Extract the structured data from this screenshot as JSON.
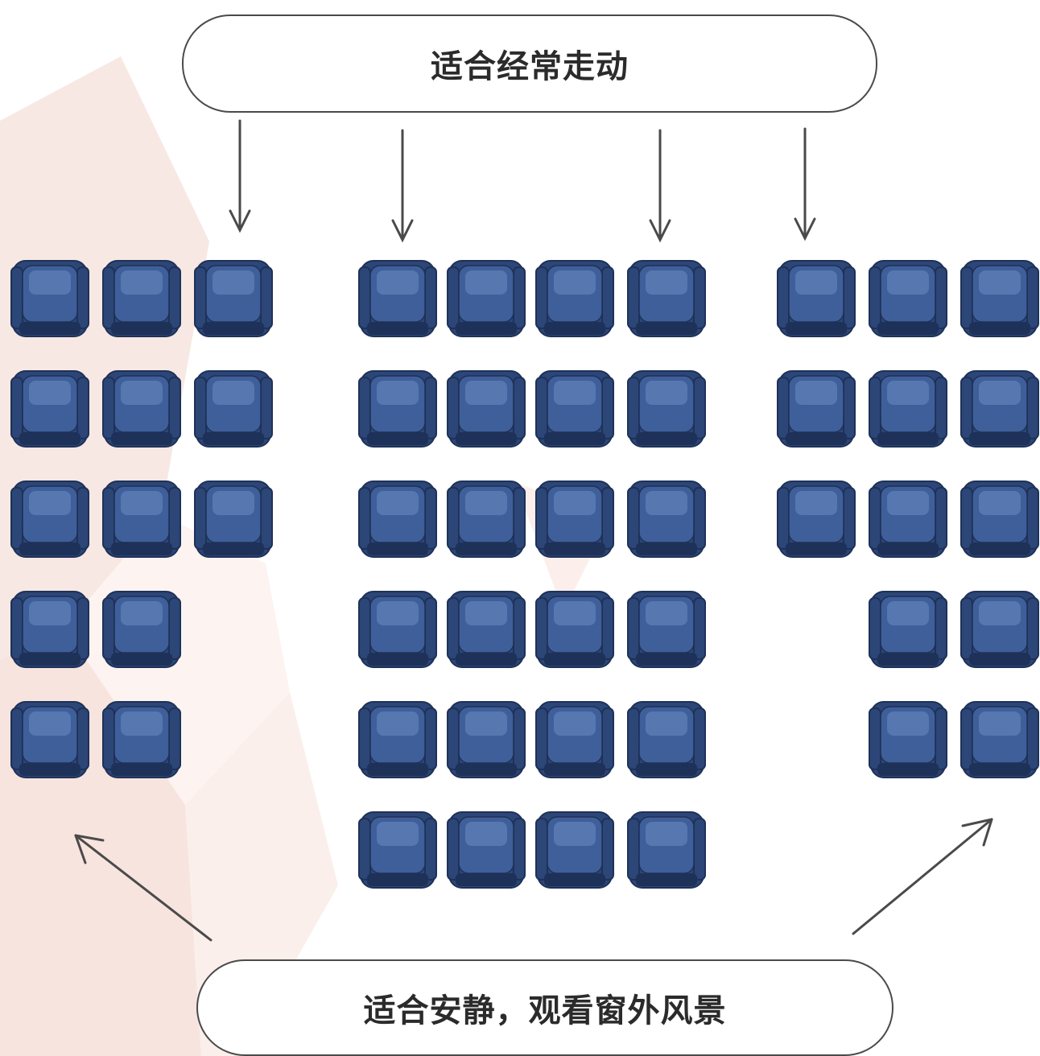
{
  "labels": {
    "top": "适合经常走动",
    "bottom": "适合安静，观看窗外风景"
  },
  "colors": {
    "seat_main": "#3f5f9a",
    "seat_back": "#2c4677",
    "seat_highlight": "#6b8bc4",
    "seat_outline": "#1e3158",
    "arrow": "#4a4a4a",
    "background_shard": "#f6e3dd"
  },
  "seating": {
    "left_block": {
      "rows": [
        3,
        3,
        3,
        2,
        2
      ]
    },
    "center_block": {
      "rows": [
        4,
        4,
        4,
        4,
        4,
        4
      ]
    },
    "right_block": {
      "rows": [
        3,
        3,
        3,
        2,
        2
      ],
      "short_rows_align": "right"
    }
  },
  "icons": {
    "seat": "seat-icon",
    "arrow": "arrow-icon"
  }
}
